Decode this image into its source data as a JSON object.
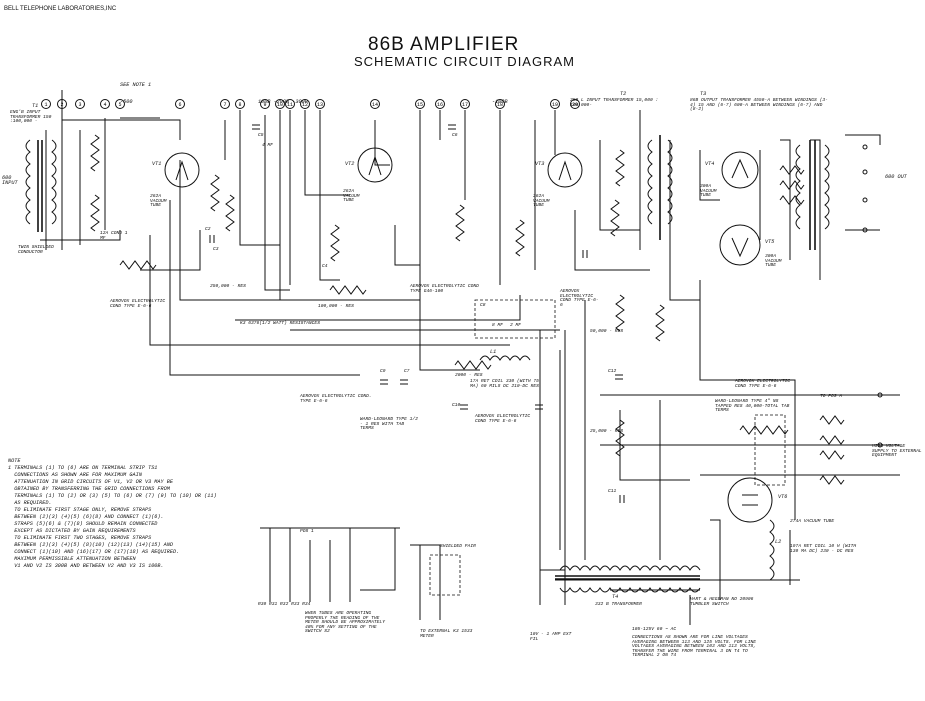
{
  "header": {
    "company": "BELL TELEPHONE LABORATORIES,INC",
    "title": "86B AMPLIFIER",
    "subtitle": "SCHEMATIC CIRCUIT DIAGRAM"
  },
  "terminals": [
    "1",
    "2",
    "3",
    "4",
    "5",
    "6",
    "7",
    "8",
    "9",
    "10",
    "11",
    "12",
    "13",
    "14",
    "15",
    "16",
    "17",
    "18",
    "19",
    "20"
  ],
  "labels": {
    "see_note": "SEE NOTE 1",
    "r500": "-500",
    "r1008": "-100B",
    "r1008_2008_3008": "100B -200B -300B",
    "t1": "T1",
    "t1_desc": "ENG'B INPUT TRANSFORMER 150 :100,000 -",
    "in_600": "600 INPUT",
    "vt1": "VT1",
    "vt1_tube": "262A VACUUM TUBE",
    "vt2": "VT2",
    "vt2_tube": "262A VACUUM TUBE",
    "vt3": "VT3",
    "vt3_tube": "262A VACUUM TUBE",
    "vt4": "VT4",
    "vt4_tube": "300A VACUUM TUBE",
    "vt5": "VT5",
    "vt5_tube": "300A VACUUM TUBE",
    "vt6": "VT6",
    "vt6_tube": "274A VACUUM TUBE",
    "shielded": "TWIN SHIELDED CONDUCTOR",
    "aerovox1": "AEROVOX ELECTROLYTIC COND TYPE E-6-6",
    "aerovox2": "AEROVOX ELECTROLYTIC COND TYPE G46-100",
    "aerovox3": "AEROVOX ELECTROLYTIC COND. TYPE E-6-6",
    "aerovox4": "AEROVOX ELECTROLYTIC COND TYPE E-6-6",
    "aerovox5": "AEROVOX ELECTROLYTIC COND TYPE E-6-6",
    "aerovox6": "AEROVOX ELECTROLYTIC COND TYPE E-6-6",
    "resistances": "K3 6376(1/2 WATT) RESISTANCES",
    "ward_leonard": "WARD-LEONARD TYPE 1/2 - 1 RES WITH TAB TERMS",
    "ward_leonard2": "WARD-LEONARD TYPE 4\" NS TAPPED RES 40,000-TOTAL TAB TERMS",
    "t2": "T2",
    "t2_desc": "258 L INPUT TRANSFORMER 15,000 : 100,000-",
    "t3": "T3",
    "t3_desc": "86B OUTPUT TRANSFORMER 4550-A BETWEEN WINDINGS (3-4) 15 AND (6-7) 600-A BETWEEN WINDINGS (6-7) AND (8-2)",
    "out_600": "600 OUT",
    "l1": "L1",
    "l1_desc": "17A RET COIL 330 (WITH 75 MA) 60 MILS DC 210-DC RES",
    "l2": "L2",
    "l2_desc": "197A RET COIL 10 H (WITH 130 MA DC) 230 - DC RES",
    "t4": "T4",
    "t4_desc": "332 B TRANSFORMER",
    "hv_supply": "HIGH VOLTAGE SUPPLY TO EXTERNAL EQUIPMENT",
    "switch": "HART & HEGEMAN NO 20906 TUMBLER SWITCH",
    "ac_input": "105-125V 60 ~ AC",
    "connections": "CONNECTIONS AS SHOWN ARE FOR LINE VOLTAGES AVERAGING BETWEEN 113 AND 125 VOLTS. FOR LINE VOLTAGES AVERAGING BETWEEN 103 AND 113 VOLTS, TRANSFER THE WIRE FROM TERMINAL 3 ON T4 TO TERMINAL 2 ON T4",
    "meter_note": "WHEN TUBES ARE OPERATING PROPERLY THE READING OF THE METER SHOULD BE APPROXIMATELY 40% FOR ANY SETTING OF THE SWITCH S2",
    "to_meter": "TO EXTERNAL K3 1533 METER",
    "shielded_pair": "SHIELDED PAIR",
    "fil_10v": "10V - 1 AMP EXT FIL",
    "cond_12a": "12A COND 1 MF",
    "cond_c2": "C2",
    "cond_c3": "C3",
    "cond_c4": "C4",
    "cond_c5": "C5",
    "cond_c6": "C6",
    "cond_c7": "C7",
    "cond_c8": "C8",
    "cond_c9": "C9",
    "cond_c10": "C10",
    "cond_c11": "C11",
    "cond_c12": "C12",
    "r_100000": "100,000 - RES",
    "r_250000": "250,000 - RES",
    "r_50000": "50,000 - RES",
    "r_25000": "25,000 - RES",
    "r_2000": "2000 - RES",
    "r_8mf": "8 MF",
    "r_4mf": "4 MF",
    "r_2mf": "2 MF",
    "to_pos": "TO POS A",
    "s1_pos": "POS 1",
    "meter_r": "R30 R31 R32 R33 R34"
  },
  "notes": {
    "heading": "NOTE",
    "lines": [
      "1 TERMINALS (1) TO (6) ARE ON TERMINAL STRIP TS1",
      "  CONNECTIONS AS SHOWN ARE FOR MAXIMUM GAIN",
      "  ATTENUATION IN GRID CIRCUITS OF V1, V2 OR V3 MAY BE",
      "  OBTAINED BY TRANSFERRING THE GRID CONNECTIONS FROM",
      "  TERMINALS (1) TO (2) OR (3) (5) TO (6) OR (7) (9) TO (10) OR (11)",
      "  AS REQUIRED.",
      "  TO ELIMINATE FIRST STAGE ONLY, REMOVE STRAPS",
      "  BETWEEN (2)(3) (4)(5) (6)(8) AND CONNECT (1)(6).",
      "  STRAPS (5)(6) & (7)(8) SHOULD REMAIN CONNECTED",
      "  EXCEPT AS DICTATED BY GAIN REQUIREMENTS",
      "  TO ELIMINATE FIRST TWO STAGES, REMOVE STRAPS",
      "  BETWEEN (2)(3) (4)(5) (8)(10) (12)(13) (14)(15) AND",
      "  CONNECT (1)(10) AND (16)(17) OR (17)(18) AS REQUIRED.",
      "  MAXIMUM PERMISSIBLE ATTENUATION BETWEEN",
      "  V1 AND V2 IS 300B AND BETWEEN V2 AND V3 IS 100B."
    ]
  }
}
